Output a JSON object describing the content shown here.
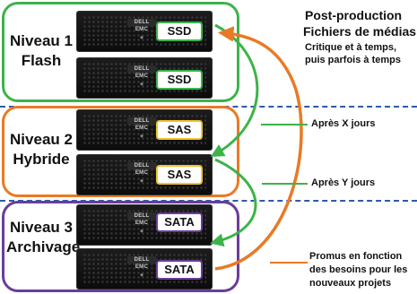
{
  "tiers": [
    {
      "label_line1": "Niveau 1",
      "label_line2": "Flash",
      "disk1": "SSD",
      "disk2": "SSD",
      "color": "#3db34a"
    },
    {
      "label_line1": "Niveau 2",
      "label_line2": "Hybride",
      "disk1": "SAS",
      "disk2": "SAS",
      "color": "#e97a26"
    },
    {
      "label_line1": "Niveau 3",
      "label_line2": "Archivage",
      "disk1": "SATA",
      "disk2": "SATA",
      "color": "#6a3d9a"
    }
  ],
  "server_brand": "DELL EMC",
  "header": {
    "title_line1": "Post-production",
    "title_line2": "Fichiers de médias",
    "subtitle_line1": "Critique et à temps,",
    "subtitle_line2": "puis parfois à temps"
  },
  "annotations": {
    "after_x": "Après X jours",
    "after_y": "Après Y jours",
    "promoted_line1": "Promus en fonction",
    "promoted_line2": "des besoins pour les",
    "promoted_line3": "nouveaux projets"
  },
  "colors": {
    "divider": "#2f5aa8",
    "green_arrow": "#3db34a",
    "orange_arrow": "#e97a26"
  }
}
